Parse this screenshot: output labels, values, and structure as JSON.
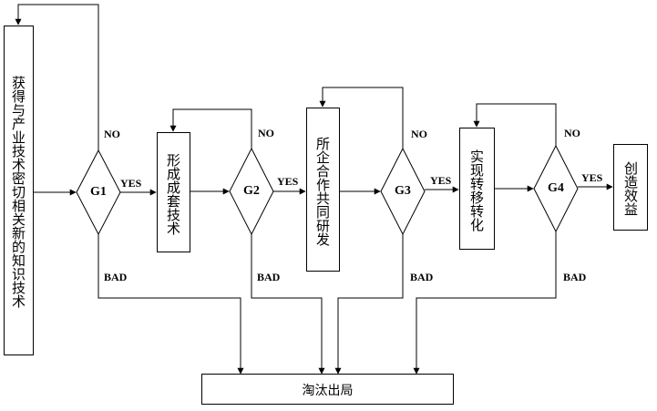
{
  "start_box": "获得与产业技术密切相关新的知识技术",
  "step1": "形成成套技术",
  "step2": "所企合作共同研发",
  "step3": "实现转移转化",
  "end_box": "创造效益",
  "exit_box": "淘汰出局",
  "gates": [
    "G1",
    "G2",
    "G3",
    "G4"
  ],
  "labels": {
    "yes": "YES",
    "no": "NO",
    "bad": "BAD"
  }
}
